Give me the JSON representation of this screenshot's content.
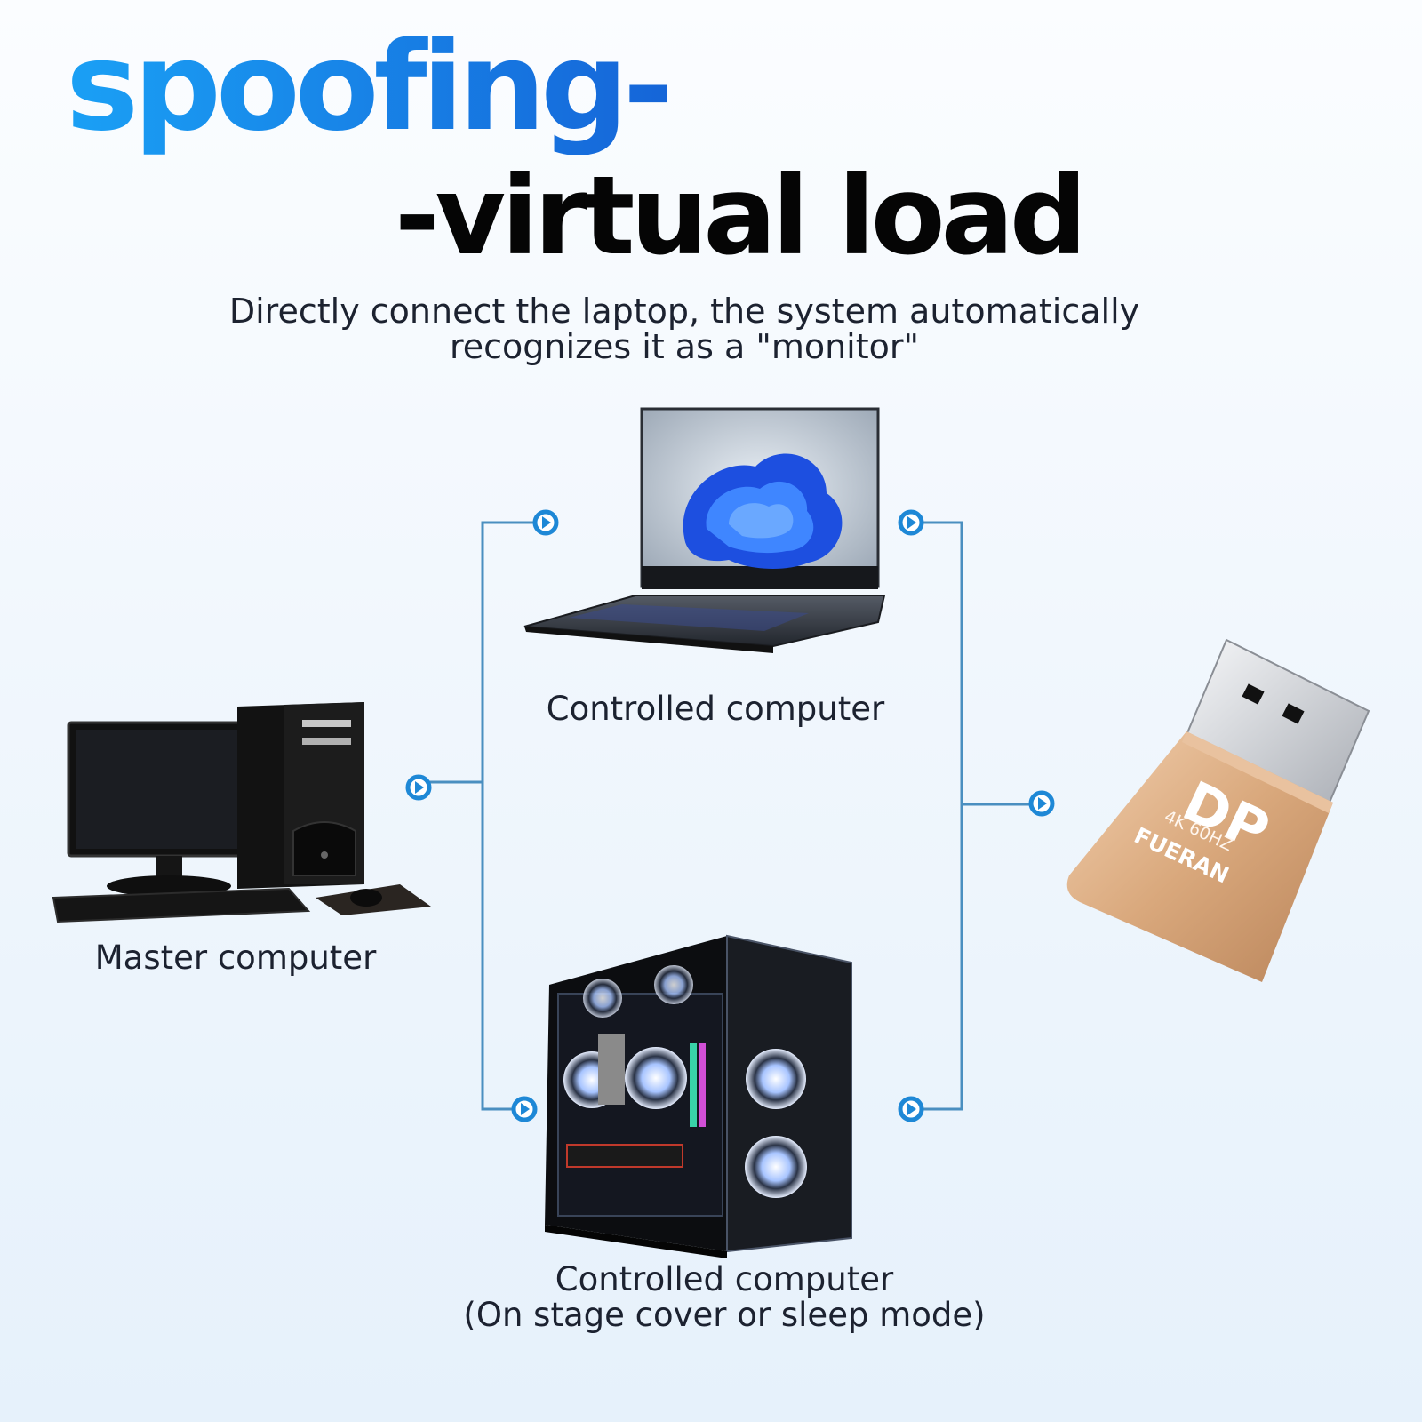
{
  "title": {
    "line1": "spoofing-",
    "line2": "-virtual load"
  },
  "subtitle": {
    "line1": "Directly connect the laptop, the system automatically",
    "line2": "recognizes it as a \"monitor\""
  },
  "nodes": {
    "laptop_label": "Controlled computer",
    "master_label": "Master computer",
    "desktop_label_line1": "Controlled computer",
    "desktop_label_line2": "(On stage cover or sleep mode)"
  },
  "adapter": {
    "brand": "FUERAN",
    "spec": "4K 60HZ",
    "logo": "DP"
  },
  "colors": {
    "title_blue": "#1a7fe6",
    "connector_line": "#4a8fc0",
    "arrow_dot": "#1e88d6",
    "adapter_gold": "#d9a87c"
  },
  "icons": [
    "play-arrow-icon",
    "windows-bloom-icon",
    "displayport-logo-icon"
  ]
}
